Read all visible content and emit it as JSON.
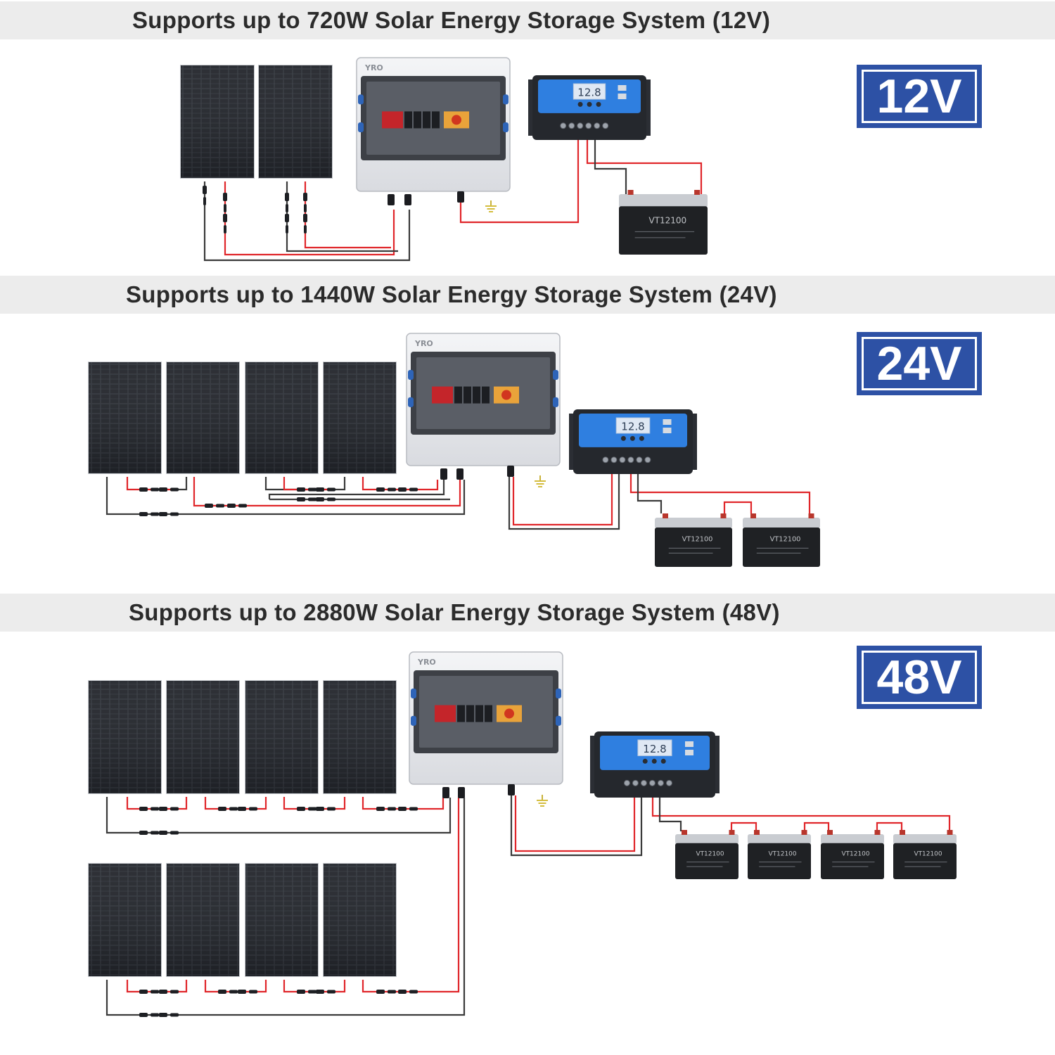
{
  "sections": [
    {
      "title": "Supports up to 720W Solar Energy Storage System (12V)",
      "badge": "12V"
    },
    {
      "title": "Supports up to 1440W Solar Energy Storage System (24V)",
      "badge": "24V"
    },
    {
      "title": "Supports up to 2880W Solar Energy Storage System (48V)",
      "badge": "48V"
    }
  ],
  "combiner": {
    "brand": "YRO"
  },
  "controller": {
    "display": "12.8"
  },
  "battery": {
    "model": "VT12100"
  },
  "colors": {
    "badge": "#2d51a5",
    "wire_red": "#e0262a",
    "wire_black": "#3a3a3a",
    "panel": "#2a2d33",
    "controller_blue": "#2f7fe0"
  }
}
